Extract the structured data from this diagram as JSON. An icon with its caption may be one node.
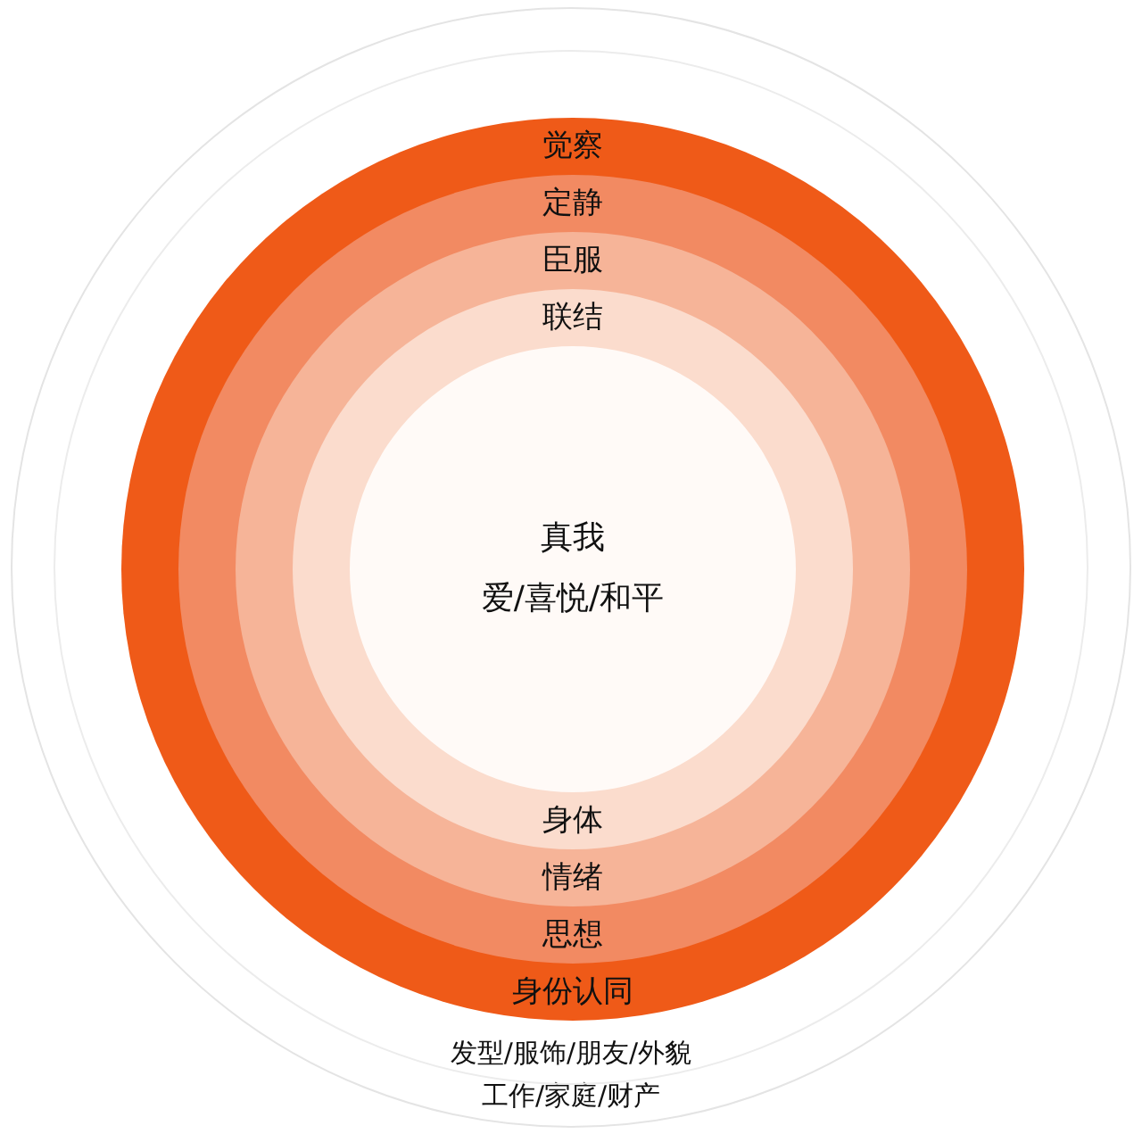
{
  "diagram": {
    "nodes": [
      {
        "text": [
          "发型/服饰/朋友/外貌",
          "工作/家庭/财产"
        ]
      },
      {
        "text": [
          "觉察",
          "身份认同"
        ],
        "in": 0
      },
      {
        "text": [
          "定静",
          "思想"
        ],
        "in": 1
      },
      {
        "text": [
          "臣服",
          "情绪"
        ],
        "in": 2
      },
      {
        "text": [
          "联结",
          "身体"
        ],
        "in": 3
      },
      {
        "text": [
          "真我",
          "爱/喜悦/和平"
        ],
        "in": 4
      }
    ]
  }
}
